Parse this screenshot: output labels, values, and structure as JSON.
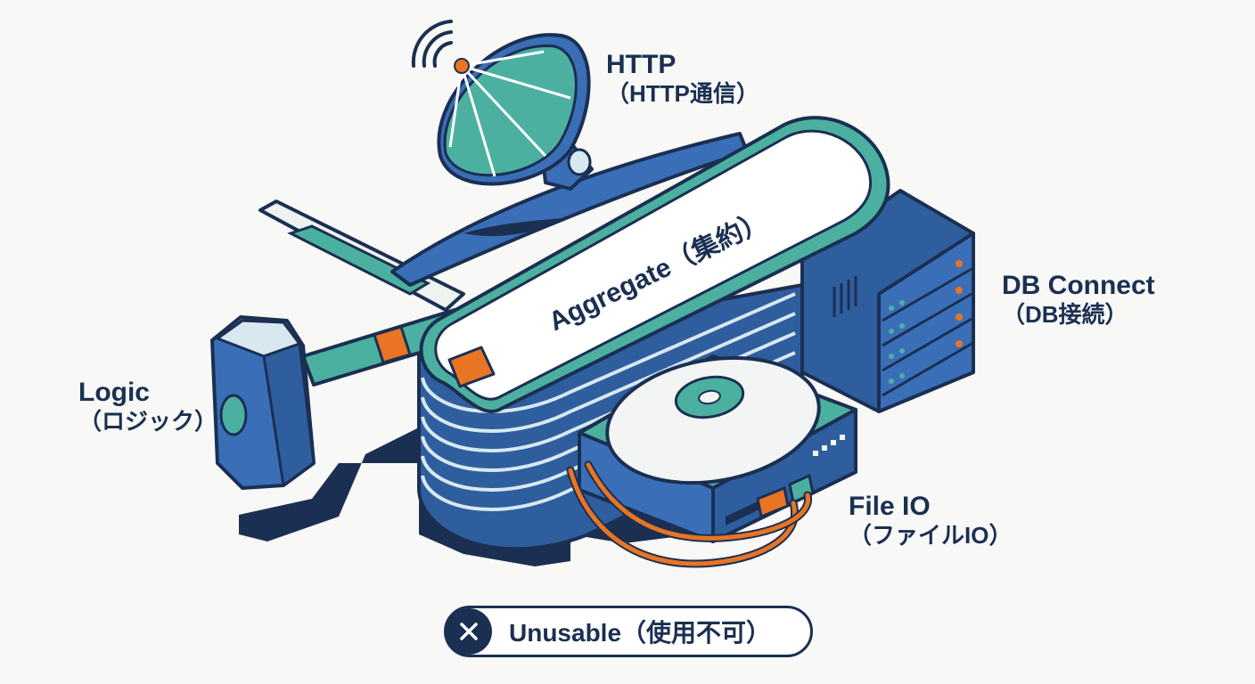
{
  "center": {
    "label": "Aggregate（集約）"
  },
  "labels": {
    "http": {
      "main": "HTTP",
      "sub": "（HTTP通信）"
    },
    "db": {
      "main": "DB Connect",
      "sub": "（DB接続）"
    },
    "logic": {
      "main": "Logic",
      "sub": "（ロジック）"
    },
    "file": {
      "main": "File IO",
      "sub": "（ファイルIO）"
    }
  },
  "status": {
    "text": "Unusable（使用不可）",
    "icon": "close-icon"
  },
  "colors": {
    "navy": "#1b2f52",
    "blue": "#3a6fb8",
    "teal": "#4cb0a0",
    "orange": "#e87424",
    "background": "#f8f9f7"
  }
}
